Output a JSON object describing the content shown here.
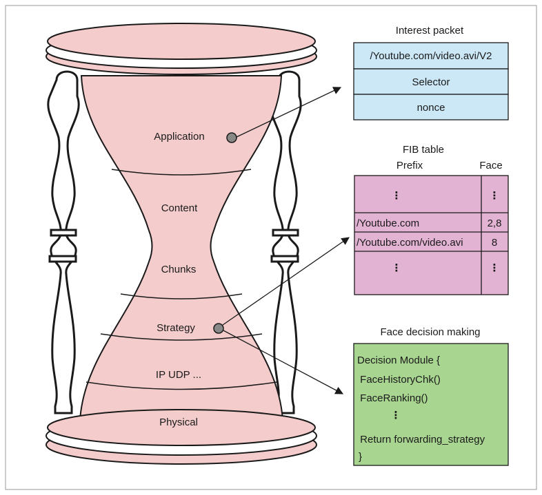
{
  "hourglass": {
    "layers": [
      "Application",
      "Content",
      "Chunks",
      "Strategy",
      "IP  UDP ...",
      "Physical"
    ]
  },
  "interest_packet": {
    "title": "Interest packet",
    "rows": [
      "/Youtube.com/video.avi/V2",
      "Selector",
      "nonce"
    ]
  },
  "fib_table": {
    "title": "FIB table",
    "col_prefix": "Prefix",
    "col_face": "Face",
    "rows": [
      {
        "prefix": "⋮",
        "face": "⋮"
      },
      {
        "prefix": "/Youtube.com",
        "face": "2,8"
      },
      {
        "prefix": "/Youtube.com/video.avi",
        "face": "8"
      },
      {
        "prefix": "⋮",
        "face": "⋮"
      }
    ]
  },
  "face_decision": {
    "title": "Face decision making",
    "lines": [
      "Decision Module {",
      " FaceHistoryChk()",
      " FaceRanking()",
      "⋮",
      " Return forwarding_strategy",
      "}"
    ]
  },
  "colors": {
    "hourglass_fill": "#f4cccc",
    "interest_fill": "#cce8f7",
    "fib_fill": "#e3b3d4",
    "decision_fill": "#a8d590",
    "outline": "#1a1a1a"
  }
}
